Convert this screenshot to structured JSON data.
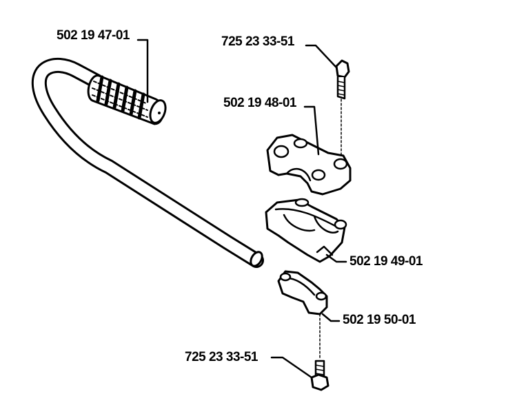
{
  "colors": {
    "ink": "#000000",
    "paper": "#ffffff"
  },
  "parts": [
    {
      "part_number": "502 19 47-01",
      "item": "handle-bar-with-grip"
    },
    {
      "part_number": "725 23 33-51",
      "item": "upper-screw"
    },
    {
      "part_number": "502 19 48-01",
      "item": "upper-clamp"
    },
    {
      "part_number": "502 19 49-01",
      "item": "middle-clamp"
    },
    {
      "part_number": "502 19 50-01",
      "item": "lower-clamp"
    },
    {
      "part_number": "725 23 33-51",
      "item": "lower-screw"
    }
  ]
}
